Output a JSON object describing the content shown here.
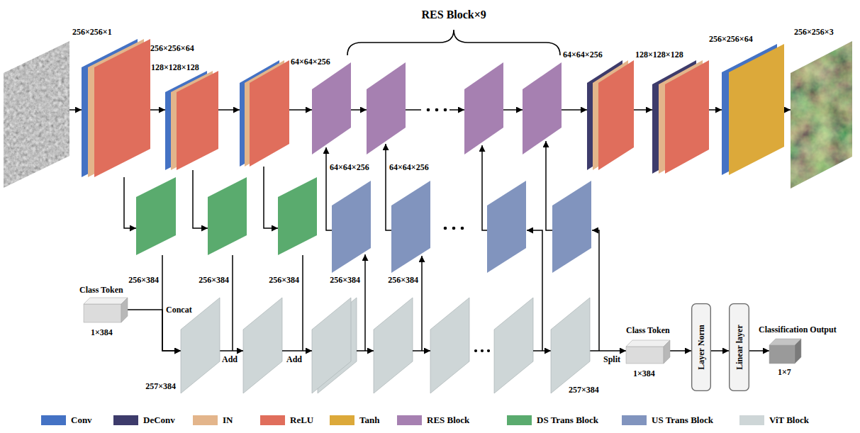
{
  "diagram": {
    "nodes": [
      {
        "text": [
          "256×256×1"
        ]
      },
      {
        "text": [
          "256×256×64"
        ]
      },
      {
        "text": [
          "128×128×128"
        ]
      },
      {
        "text": [
          "64×64×256"
        ]
      },
      {
        "text": [
          "64×64×256"
        ]
      },
      {
        "text": [
          "128×128×128"
        ]
      },
      {
        "text": [
          "256×256×64"
        ]
      },
      {
        "text": [
          "256×256×3"
        ]
      },
      {
        "text": [
          "256×384"
        ]
      },
      {
        "text": [
          "256×384"
        ]
      },
      {
        "text": [
          "256×384"
        ]
      },
      {
        "text": [
          "256×384"
        ]
      },
      {
        "text": [
          "256×384"
        ]
      },
      {
        "text": [
          "Class Token",
          "1×384"
        ]
      },
      {
        "text": [
          "257×384"
        ]
      },
      {
        "text": [
          "257×384"
        ]
      },
      {
        "text": [
          "Class Token",
          "1×384"
        ]
      },
      {
        "text": [
          "Layer Norm"
        ]
      },
      {
        "text": [
          "Linear layer"
        ]
      },
      {
        "text": [
          "Classification Output",
          "1×7"
        ]
      }
    ],
    "edges": [
      {
        "from": 0,
        "to": 1,
        "arrow": "to"
      },
      {
        "from": 1,
        "to": 2,
        "arrow": "to"
      },
      {
        "from": 2,
        "to": 3,
        "arrow": "to"
      },
      {
        "from": 4,
        "to": 5,
        "arrow": "to"
      },
      {
        "from": 5,
        "to": 6,
        "arrow": "to"
      },
      {
        "from": 6,
        "to": 7,
        "arrow": "to"
      },
      {
        "from": 1,
        "to": 8,
        "arrow": "to"
      },
      {
        "from": 2,
        "to": 9,
        "arrow": "to"
      },
      {
        "from": 3,
        "to": 10,
        "arrow": "to"
      },
      {
        "from": 13,
        "to": 14,
        "label": "Concat",
        "arrow": "to"
      },
      {
        "from": 8,
        "to": 14,
        "arrow": "to"
      },
      {
        "from": 15,
        "to": 16,
        "label": "Split",
        "arrow": "to"
      },
      {
        "from": 16,
        "to": 17,
        "arrow": "to"
      },
      {
        "from": 17,
        "to": 18,
        "arrow": "to"
      },
      {
        "from": 18,
        "to": 19,
        "arrow": "to"
      }
    ],
    "labels": [
      "RES Block×9",
      "64×64×256",
      "64×64×256",
      "Add",
      "Add"
    ],
    "legend": [
      {
        "text": "Conv",
        "color": "#4472c4"
      },
      {
        "text": "DeConv",
        "color": "#3d3b6b"
      },
      {
        "text": "IN",
        "color": "#e3b58b"
      },
      {
        "text": "ReLU",
        "color": "#e06e5c"
      },
      {
        "text": "Tanh",
        "color": "#dca93a"
      },
      {
        "text": "RES Block",
        "color": "#a680b1"
      },
      {
        "text": "DS Trans Block",
        "color": "#5aab6e"
      },
      {
        "text": "US Trans Block",
        "color": "#8194be"
      },
      {
        "text": "ViT Block",
        "color": "#ced6d7"
      }
    ]
  }
}
